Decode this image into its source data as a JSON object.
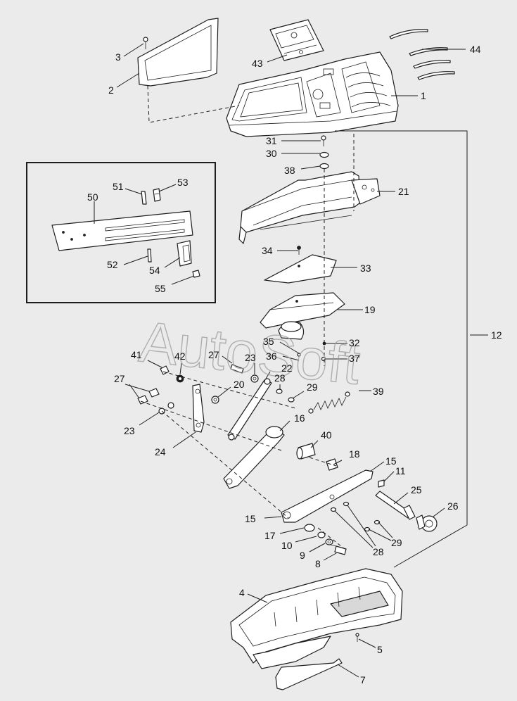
{
  "watermark": "AutoSoft",
  "callouts": [
    {
      "id": "c1",
      "label": "1"
    },
    {
      "id": "c2",
      "label": "2"
    },
    {
      "id": "c3",
      "label": "3"
    },
    {
      "id": "c4",
      "label": "4"
    },
    {
      "id": "c5",
      "label": "5"
    },
    {
      "id": "c7",
      "label": "7"
    },
    {
      "id": "c8",
      "label": "8"
    },
    {
      "id": "c9",
      "label": "9"
    },
    {
      "id": "c10",
      "label": "10"
    },
    {
      "id": "c11",
      "label": "11"
    },
    {
      "id": "c12",
      "label": "12"
    },
    {
      "id": "c15a",
      "label": "15"
    },
    {
      "id": "c15b",
      "label": "15"
    },
    {
      "id": "c16",
      "label": "16"
    },
    {
      "id": "c17",
      "label": "17"
    },
    {
      "id": "c18",
      "label": "18"
    },
    {
      "id": "c19",
      "label": "19"
    },
    {
      "id": "c20",
      "label": "20"
    },
    {
      "id": "c21",
      "label": "21"
    },
    {
      "id": "c22",
      "label": "22"
    },
    {
      "id": "c23a",
      "label": "23"
    },
    {
      "id": "c23b",
      "label": "23"
    },
    {
      "id": "c24",
      "label": "24"
    },
    {
      "id": "c25",
      "label": "25"
    },
    {
      "id": "c26",
      "label": "26"
    },
    {
      "id": "c27a",
      "label": "27"
    },
    {
      "id": "c27b",
      "label": "27"
    },
    {
      "id": "c28a",
      "label": "28"
    },
    {
      "id": "c28b",
      "label": "28"
    },
    {
      "id": "c29a",
      "label": "29"
    },
    {
      "id": "c29b",
      "label": "29"
    },
    {
      "id": "c30",
      "label": "30"
    },
    {
      "id": "c31",
      "label": "31"
    },
    {
      "id": "c32",
      "label": "32"
    },
    {
      "id": "c33",
      "label": "33"
    },
    {
      "id": "c34",
      "label": "34"
    },
    {
      "id": "c35",
      "label": "35"
    },
    {
      "id": "c36",
      "label": "36"
    },
    {
      "id": "c37",
      "label": "37"
    },
    {
      "id": "c38",
      "label": "38"
    },
    {
      "id": "c39",
      "label": "39"
    },
    {
      "id": "c40",
      "label": "40"
    },
    {
      "id": "c41",
      "label": "41"
    },
    {
      "id": "c42",
      "label": "42"
    },
    {
      "id": "c43",
      "label": "43"
    },
    {
      "id": "c44",
      "label": "44"
    },
    {
      "id": "c50",
      "label": "50"
    },
    {
      "id": "c51",
      "label": "51"
    },
    {
      "id": "c52",
      "label": "52"
    },
    {
      "id": "c53",
      "label": "53"
    },
    {
      "id": "c54",
      "label": "54"
    },
    {
      "id": "c55",
      "label": "55"
    }
  ]
}
